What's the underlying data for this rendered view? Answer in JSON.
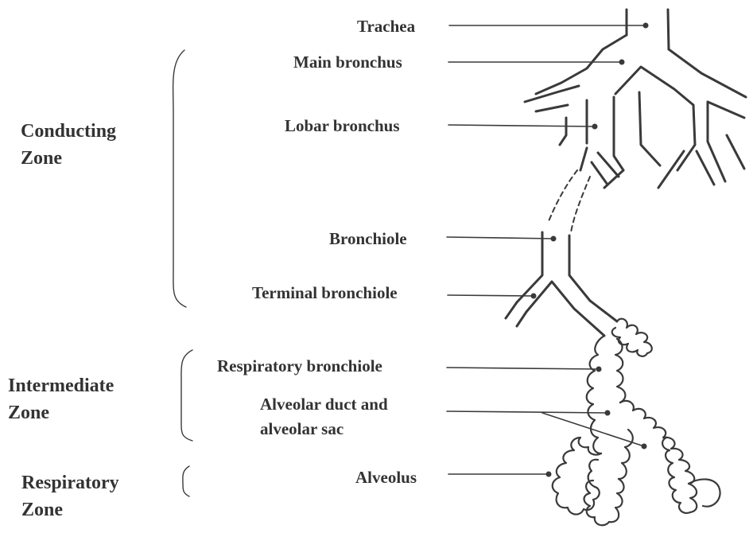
{
  "zones": [
    {
      "id": "conducting",
      "line1": "Conducting",
      "line2": "Zone"
    },
    {
      "id": "intermediate",
      "line1": "Intermediate",
      "line2": "Zone"
    },
    {
      "id": "respiratory",
      "line1": "Respiratory",
      "line2": "Zone"
    }
  ],
  "parts": {
    "trachea": "Trachea",
    "main_bronchus": "Main bronchus",
    "lobar_bronchus": "Lobar bronchus",
    "bronchiole": "Bronchiole",
    "terminal_bronchiole": "Terminal bronchiole",
    "respiratory_bronchiole": "Respiratory bronchiole",
    "alveolar_duct_line1": "Alveolar duct and",
    "alveolar_duct_line2": "alveolar sac",
    "alveolus": "Alveolus"
  },
  "colors": {
    "ink": "#333333",
    "airway": "#3a3a3a"
  }
}
